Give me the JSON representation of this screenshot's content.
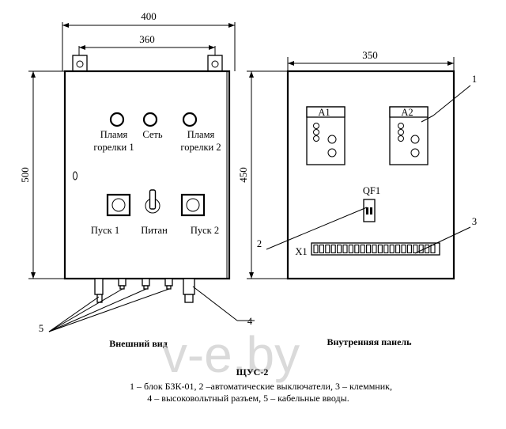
{
  "dimensions": {
    "outer_width": "400",
    "mount_width": "360",
    "outer_height": "500",
    "inner_width": "350",
    "inner_height": "450"
  },
  "exterior": {
    "lamp_labels": [
      [
        "Пламя",
        "горелки 1"
      ],
      [
        "Сеть"
      ],
      [
        "Пламя",
        "горелки 2"
      ]
    ],
    "button_labels": [
      "Пуск 1",
      "Питан",
      "Пуск 2"
    ],
    "caption": "Внешний вид"
  },
  "interior": {
    "module_labels": [
      "A1",
      "A2"
    ],
    "breaker_label": "QF1",
    "terminal_label": "X1",
    "caption": "Внутренняя панель"
  },
  "callouts": [
    "1",
    "2",
    "3",
    "4",
    "5"
  ],
  "legend": {
    "title": "ЩУС-2",
    "lines": [
      "1 – блок БЗК-01, 2 –автоматические выключатели, 3 – клеммник,",
      "4 – высоковольтный разъем,  5 – кабельные вводы."
    ]
  },
  "watermark": "v-e.by"
}
